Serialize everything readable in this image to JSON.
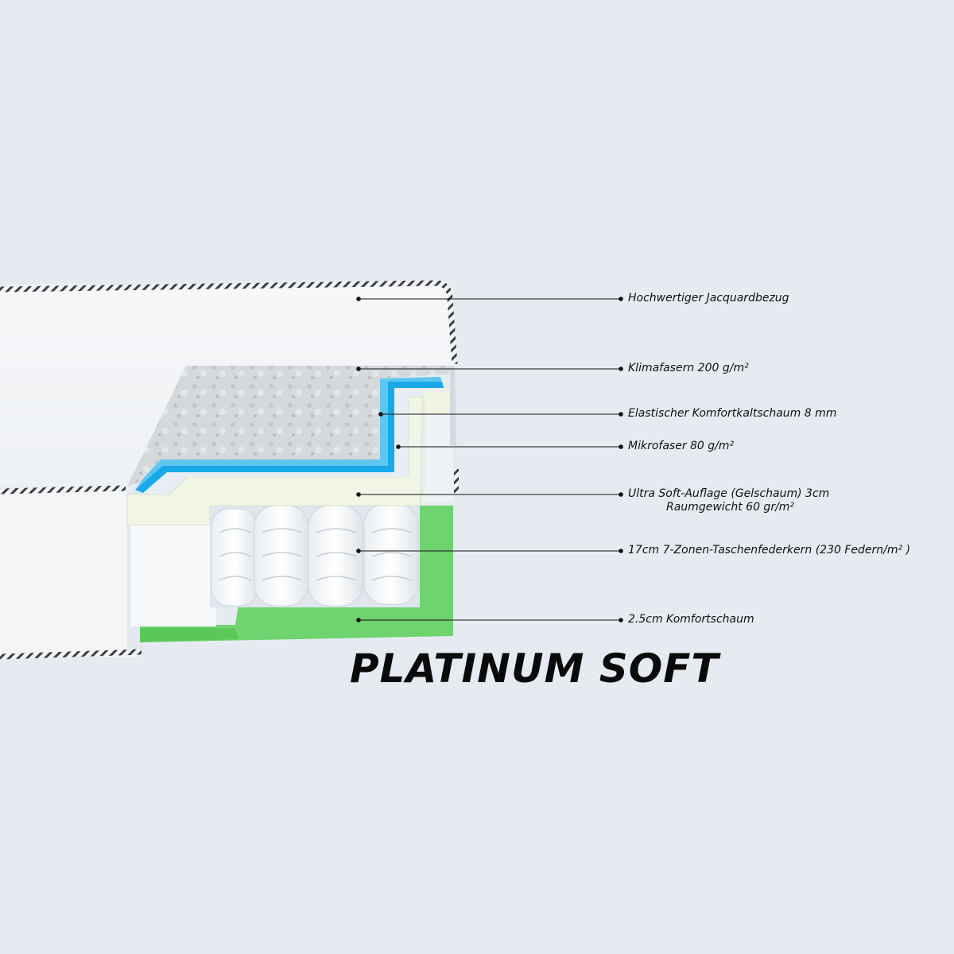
{
  "product": {
    "title": "PLATINUM SOFT"
  },
  "layers": [
    {
      "id": "cover",
      "label": "Hochwertiger Jacquardbezug"
    },
    {
      "id": "climate-fibers",
      "label": "Klimafasern 200 g/m²"
    },
    {
      "id": "cold-foam",
      "label": "Elastischer Komfortkaltschaum 8 mm"
    },
    {
      "id": "microfiber",
      "label": "Mikrofaser 80 g/m²"
    },
    {
      "id": "gel-foam",
      "label": "Ultra Soft-Auflage (Gelschaum) 3cm",
      "label_line2": "Raumgewicht 60 gr/m²"
    },
    {
      "id": "spring-core",
      "label": "17cm 7-Zonen-Taschenfederkern (230 Federn/m² )"
    },
    {
      "id": "base-foam",
      "label": "2.5cm Komfortschaum"
    }
  ],
  "colors": {
    "background": "#e6ebf2",
    "cover": "#f3f5f7",
    "fiber": "#d9dcdf",
    "cold_foam": "#1aa9e8",
    "gel_foam": "#f1f5e8",
    "base_foam": "#6fd36f"
  }
}
